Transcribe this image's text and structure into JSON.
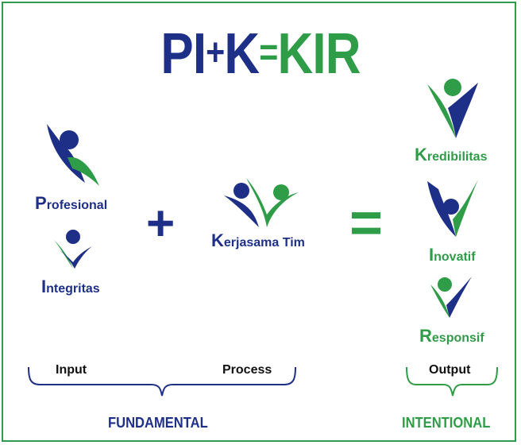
{
  "title": {
    "part1": "PI",
    "plus": "+",
    "part2": "K",
    "equals": "=",
    "part3": "KIR"
  },
  "values": {
    "profesional": {
      "initial": "P",
      "rest": "rofesional"
    },
    "integritas": {
      "initial": "I",
      "rest": "ntegritas"
    },
    "kerjasama": {
      "initial": "K",
      "rest": "erjasama Tim"
    },
    "kredibilitas": {
      "initial": "K",
      "rest": "redibilitas"
    },
    "inovatif": {
      "initial": "I",
      "rest": "novatif"
    },
    "responsif": {
      "initial": "R",
      "rest": "esponsif"
    }
  },
  "operators": {
    "plus": "+",
    "equals": "="
  },
  "brackets": {
    "input": "Input",
    "process": "Process",
    "output": "Output",
    "fundamental": "FUNDAMENTAL",
    "intentional": "INTENTIONAL"
  },
  "colors": {
    "navy": "#1e2f87",
    "green": "#2f9c48",
    "border": "#2e9c4c"
  },
  "icons": [
    "person-arm-up-icon",
    "person-check-icon",
    "two-people-icon",
    "person-v-icon",
    "person-v-icon",
    "person-v-icon"
  ]
}
